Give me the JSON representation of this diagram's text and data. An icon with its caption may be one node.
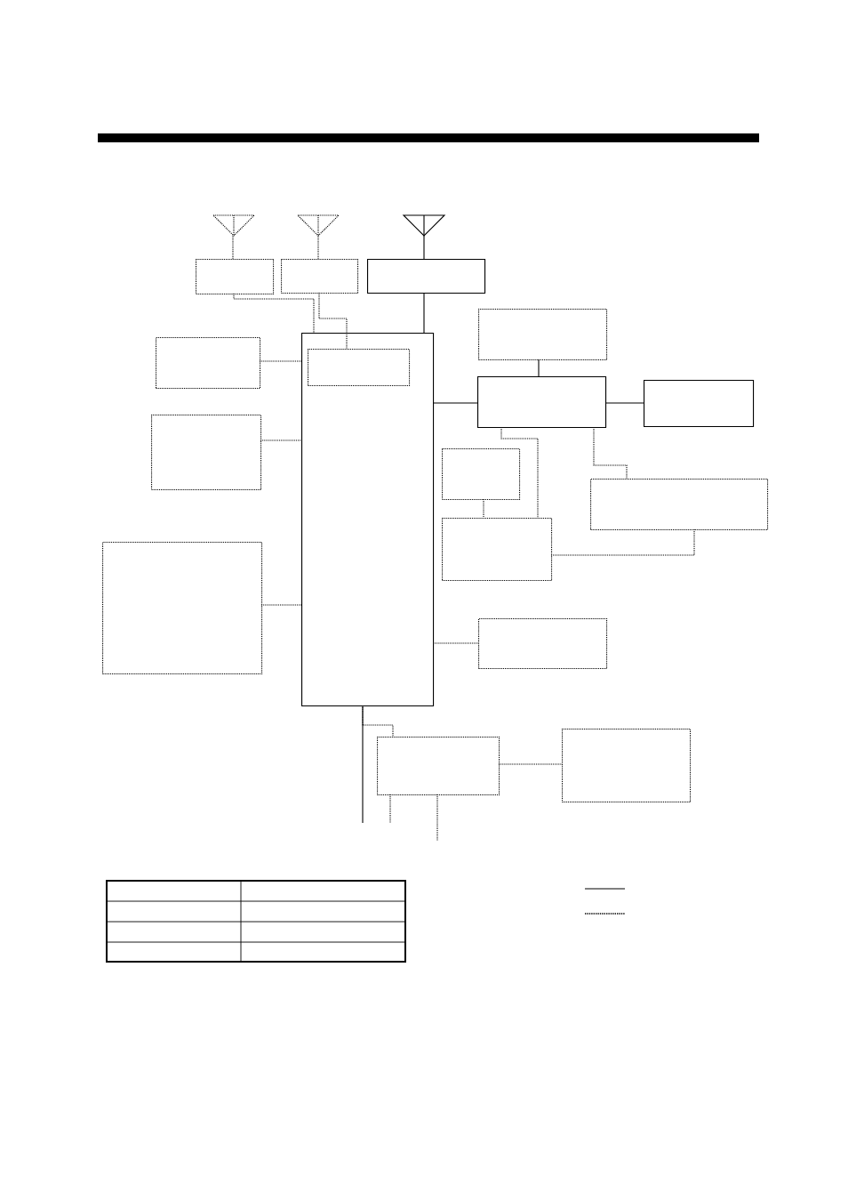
{
  "diagram": {
    "nodes": [
      {
        "text": [],
        "shape": "antenna"
      },
      {
        "text": [],
        "shape": "antenna"
      },
      {
        "text": [],
        "shape": "antenna"
      },
      {
        "text": [],
        "shape": "box"
      },
      {
        "text": [],
        "shape": "box"
      },
      {
        "text": [],
        "shape": "box"
      },
      {
        "text": [],
        "shape": "box"
      },
      {
        "text": [],
        "shape": "box"
      },
      {
        "text": [],
        "shape": "box",
        "in": 7
      },
      {
        "text": [],
        "shape": "box"
      },
      {
        "text": [],
        "shape": "box"
      },
      {
        "text": [],
        "shape": "box"
      },
      {
        "text": [],
        "shape": "box"
      },
      {
        "text": [],
        "shape": "box"
      },
      {
        "text": [],
        "shape": "box"
      },
      {
        "text": [],
        "shape": "box"
      },
      {
        "text": [],
        "shape": "box"
      },
      {
        "text": [],
        "shape": "box"
      },
      {
        "text": [],
        "shape": "box"
      },
      {
        "text": [],
        "shape": "box"
      }
    ],
    "edges": [
      {
        "from": 0,
        "to": 3,
        "arrow": "none",
        "style": "dashed"
      },
      {
        "from": 1,
        "to": 4,
        "arrow": "none",
        "style": "dashed"
      },
      {
        "from": 2,
        "to": 5,
        "arrow": "none"
      },
      {
        "from": 3,
        "to": 7,
        "arrow": "none",
        "style": "dashed"
      },
      {
        "from": 4,
        "to": 8,
        "arrow": "none",
        "style": "dashed"
      },
      {
        "from": 5,
        "to": 7,
        "arrow": "none"
      },
      {
        "from": 9,
        "to": 7,
        "arrow": "none",
        "style": "dashed"
      },
      {
        "from": 10,
        "to": 7,
        "arrow": "none",
        "style": "dashed"
      },
      {
        "from": 7,
        "to": 11,
        "arrow": "none"
      },
      {
        "from": 6,
        "to": 11,
        "arrow": "none"
      },
      {
        "from": 11,
        "to": 12,
        "arrow": "none"
      },
      {
        "from": 11,
        "to": 15,
        "arrow": "none",
        "style": "dashed"
      },
      {
        "from": 11,
        "to": 14,
        "arrow": "none",
        "style": "dashed"
      },
      {
        "from": 13,
        "to": 15,
        "arrow": "none",
        "style": "dashed"
      },
      {
        "from": 14,
        "to": 15,
        "arrow": "none",
        "style": "dashed"
      },
      {
        "from": 16,
        "to": 7,
        "arrow": "none",
        "style": "dashed"
      },
      {
        "from": 7,
        "to": 17,
        "arrow": "none",
        "style": "dashed"
      },
      {
        "from": 7,
        "to": null,
        "arrow": "none"
      },
      {
        "from": 7,
        "to": 18,
        "arrow": "none",
        "style": "dashed"
      },
      {
        "from": 18,
        "to": 19,
        "arrow": "none",
        "style": "dashed"
      },
      {
        "from": 18,
        "to": null,
        "arrow": "none",
        "style": "dashed"
      },
      {
        "from": 18,
        "to": null,
        "arrow": "none",
        "style": "dashed"
      }
    ]
  }
}
